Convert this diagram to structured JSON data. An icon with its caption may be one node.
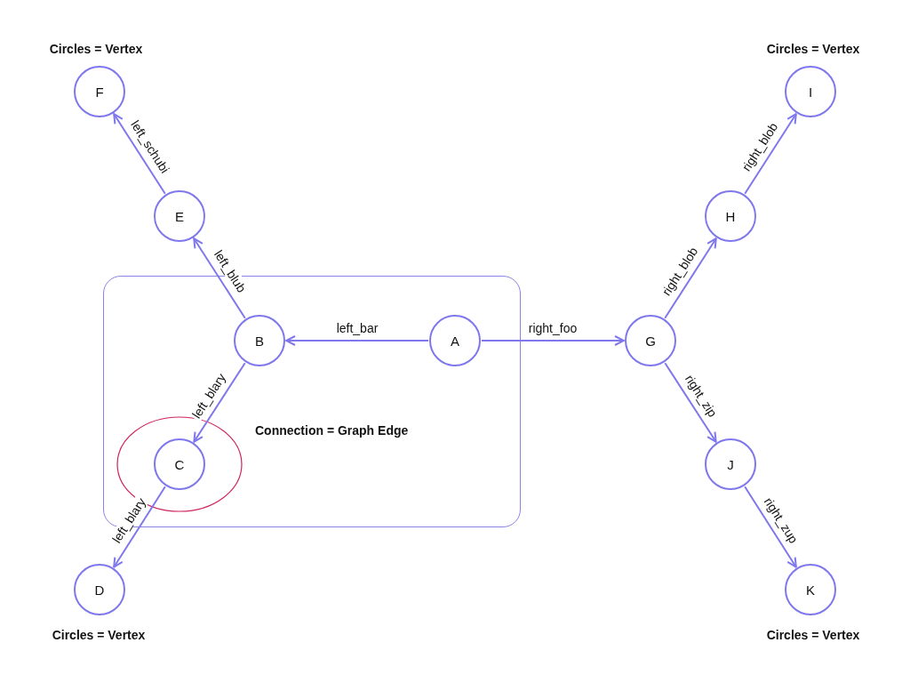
{
  "diagram": {
    "nodes": [
      {
        "text": [
          "F"
        ]
      },
      {
        "text": [
          "I"
        ]
      },
      {
        "text": [
          "E"
        ]
      },
      {
        "text": [
          "H"
        ]
      },
      {
        "text": [
          "Connection = Graph Edge"
        ]
      },
      {
        "text": [
          "B"
        ],
        "in": 4
      },
      {
        "text": [
          "A"
        ],
        "in": 4
      },
      {
        "text": [
          "G"
        ]
      },
      {
        "text": [
          "C"
        ],
        "in": 4
      },
      {
        "text": [
          "J"
        ]
      },
      {
        "text": [
          "D"
        ]
      },
      {
        "text": [
          "K"
        ]
      }
    ],
    "edges": [
      {
        "from": 6,
        "to": 5,
        "arrow": "to",
        "label": "left_bar"
      },
      {
        "from": 6,
        "to": 7,
        "arrow": "to",
        "label": "right_foo"
      },
      {
        "from": 5,
        "to": 2,
        "arrow": "to",
        "label": "left_blub"
      },
      {
        "from": 2,
        "to": 0,
        "arrow": "to",
        "label": "left_schubi"
      },
      {
        "from": 5,
        "to": 8,
        "arrow": "to",
        "label": "left_blary"
      },
      {
        "from": 8,
        "to": 10,
        "arrow": "to",
        "label": "left_blary"
      },
      {
        "from": 7,
        "to": 3,
        "arrow": "to",
        "label": "right_blob"
      },
      {
        "from": 3,
        "to": 1,
        "arrow": "to",
        "label": "right_blob"
      },
      {
        "from": 7,
        "to": 9,
        "arrow": "to",
        "label": "right_zip"
      },
      {
        "from": 9,
        "to": 11,
        "arrow": "to",
        "label": "right_zup"
      }
    ],
    "labels": [
      "Circles = Vertex",
      "Circles = Vertex",
      "Circles = Vertex",
      "Circles = Vertex"
    ]
  }
}
